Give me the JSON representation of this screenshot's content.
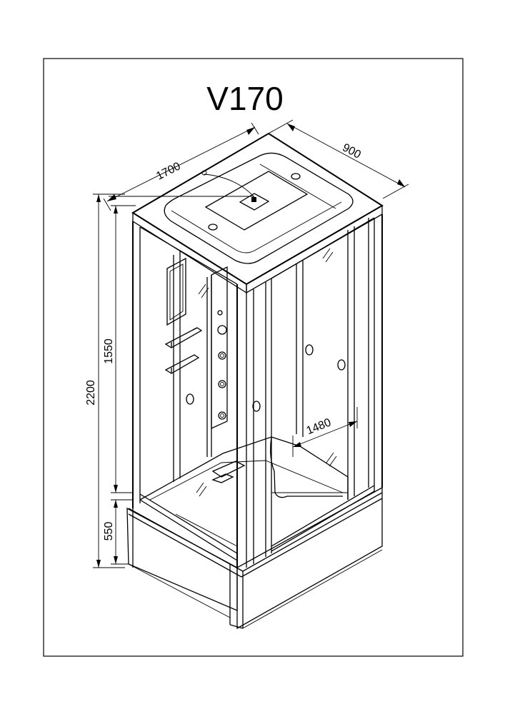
{
  "title": "V170",
  "dimensions": {
    "length": "1700",
    "depth": "900",
    "total_height": "2200",
    "cabin_height": "1550",
    "base_height": "550",
    "inner_diagonal": "1480"
  }
}
